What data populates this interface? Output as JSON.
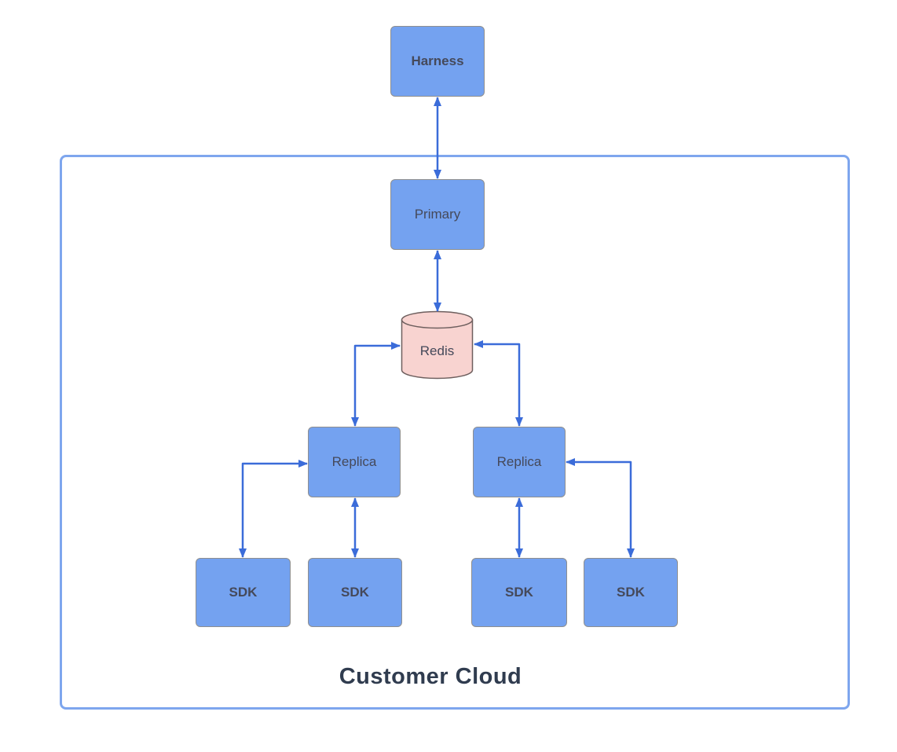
{
  "diagram": {
    "container_label": "Customer Cloud",
    "nodes": {
      "harness": {
        "label": "Harness",
        "shape": "rounded-rect",
        "emphasis": "bold"
      },
      "primary": {
        "label": "Primary",
        "shape": "rounded-rect",
        "emphasis": "regular"
      },
      "redis": {
        "label": "Redis",
        "shape": "cylinder",
        "emphasis": "regular"
      },
      "replica_left": {
        "label": "Replica",
        "shape": "rounded-rect",
        "emphasis": "regular"
      },
      "replica_right": {
        "label": "Replica",
        "shape": "rounded-rect",
        "emphasis": "regular"
      },
      "sdk_1": {
        "label": "SDK",
        "shape": "rounded-rect",
        "emphasis": "bold"
      },
      "sdk_2": {
        "label": "SDK",
        "shape": "rounded-rect",
        "emphasis": "bold"
      },
      "sdk_3": {
        "label": "SDK",
        "shape": "rounded-rect",
        "emphasis": "bold"
      },
      "sdk_4": {
        "label": "SDK",
        "shape": "rounded-rect",
        "emphasis": "bold"
      }
    },
    "edges": [
      {
        "from": "harness",
        "to": "primary",
        "direction": "bidirectional",
        "style": "straight"
      },
      {
        "from": "primary",
        "to": "redis",
        "direction": "bidirectional",
        "style": "straight"
      },
      {
        "from": "redis",
        "to": "replica_left",
        "direction": "bidirectional",
        "style": "elbow"
      },
      {
        "from": "redis",
        "to": "replica_right",
        "direction": "bidirectional",
        "style": "elbow"
      },
      {
        "from": "replica_left",
        "to": "sdk_1",
        "direction": "bidirectional",
        "style": "elbow"
      },
      {
        "from": "replica_left",
        "to": "sdk_2",
        "direction": "bidirectional",
        "style": "straight"
      },
      {
        "from": "replica_right",
        "to": "sdk_3",
        "direction": "bidirectional",
        "style": "straight"
      },
      {
        "from": "replica_right",
        "to": "sdk_4",
        "direction": "bidirectional",
        "style": "elbow"
      }
    ],
    "colors": {
      "node_fill": "#74a2f0",
      "node_border": "#8f8f8f",
      "redis_fill": "#f8d3d0",
      "redis_border": "#6e5f5e",
      "arrow": "#3b6cd9",
      "container_border": "#7ea6ee",
      "label_text": "#45495a",
      "container_label_text": "#303c4f",
      "background": "#ffffff"
    }
  }
}
